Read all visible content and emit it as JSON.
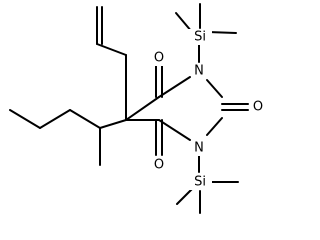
{
  "molecule": {
    "atoms": {
      "o_top": "O",
      "n_top": "N",
      "si_top": "Si",
      "o_right": "O",
      "n_bottom": "N",
      "si_bottom": "Si",
      "o_bottom": "O"
    }
  }
}
